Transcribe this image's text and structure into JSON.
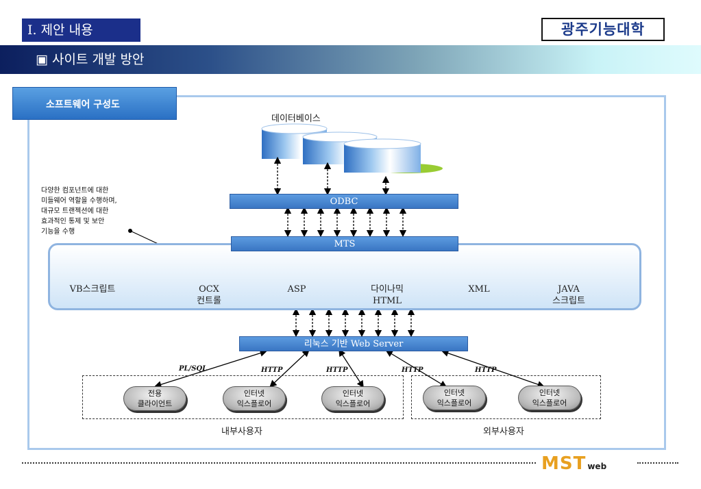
{
  "header": {
    "section_title": "I. 제안 내용",
    "logo_text": "광주기능대학",
    "band_title": "▣ 사이트 개발 방안"
  },
  "tab": {
    "label": "소프트웨어 구성도"
  },
  "diagram": {
    "database_label": "데이터베이스",
    "odbc_label": "ODBC",
    "mts_label": "MTS",
    "webserver_label": "리눅스 기반 Web Server",
    "note_lines": [
      "다양한 컴포넌트에 대한",
      "미들웨어 역할을 수행하며,",
      "대규모 트랜젝션에 대한",
      "효과적인 통제 및 보안",
      "기능을 수행"
    ],
    "components": [
      {
        "line1": "VB스크립트",
        "line2": ""
      },
      {
        "line1": "OCX",
        "line2": "컨트롤"
      },
      {
        "line1": "ASP",
        "line2": ""
      },
      {
        "line1": "다이나믹",
        "line2": "HTML"
      },
      {
        "line1": "XML",
        "line2": ""
      },
      {
        "line1": "JAVA",
        "line2": "스크립트"
      }
    ],
    "protocols": [
      "PL/SQL",
      "HTTP",
      "HTTP",
      "HTTP",
      "HTTP"
    ],
    "clients": [
      {
        "line1": "전용",
        "line2": "클라이언트"
      },
      {
        "line1": "인터넷",
        "line2": "익스플로어"
      },
      {
        "line1": "인터넷",
        "line2": "익스플로어"
      },
      {
        "line1": "인터넷",
        "line2": "익스플로어"
      },
      {
        "line1": "인터넷",
        "line2": "익스플로어"
      }
    ],
    "internal_label": "내부사용자",
    "external_label": "외부사용자"
  },
  "footer": {
    "brand_main": "MST",
    "brand_sub": "web"
  },
  "colors": {
    "navy": "#1b2f8a",
    "bar_blue": "#4a86d0",
    "panel_border": "#8fb4e0"
  }
}
